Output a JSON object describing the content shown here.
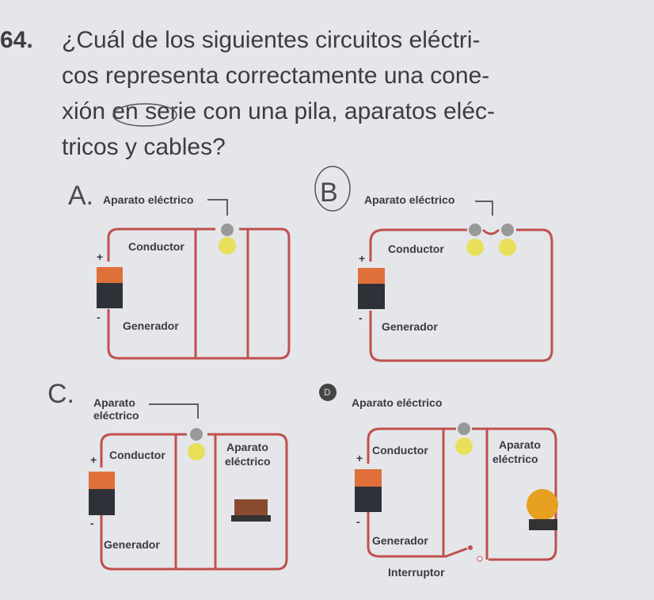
{
  "question": {
    "number": "64.",
    "lines": [
      "¿Cuál de los siguientes circuitos eléctri-",
      "cos representa correctamente una cone-",
      "xión en serie con una pila, aparatos eléc-",
      "tricos y cables?"
    ]
  },
  "options": [
    {
      "letter": "A.",
      "device": "Aparato eléctrico",
      "conductor": "Conductor",
      "generator": "Generador",
      "plus": "+",
      "minus": "-"
    },
    {
      "letter": "B",
      "device": "Aparato eléctrico",
      "conductor": "Conductor",
      "generator": "Generador",
      "plus": "+",
      "minus": "-"
    },
    {
      "letter": "C.",
      "device_line1": "Aparato",
      "device_line2": "eléctrico",
      "device2_line1": "Aparato",
      "device2_line2": "eléctrico",
      "conductor": "Conductor",
      "generator": "Generador",
      "plus": "+",
      "minus": "-"
    },
    {
      "letter": "D",
      "device": "Aparato eléctrico",
      "device2_line1": "Aparato",
      "device2_line2": "eléctrico",
      "conductor": "Conductor",
      "generator": "Generador",
      "switch": "Interruptor",
      "plus": "+",
      "minus": "-"
    }
  ],
  "colors": {
    "wire": "#c0504d",
    "battery_top": "#e0703a",
    "battery_body": "#2e3238",
    "bulb": "#e8e05a"
  }
}
